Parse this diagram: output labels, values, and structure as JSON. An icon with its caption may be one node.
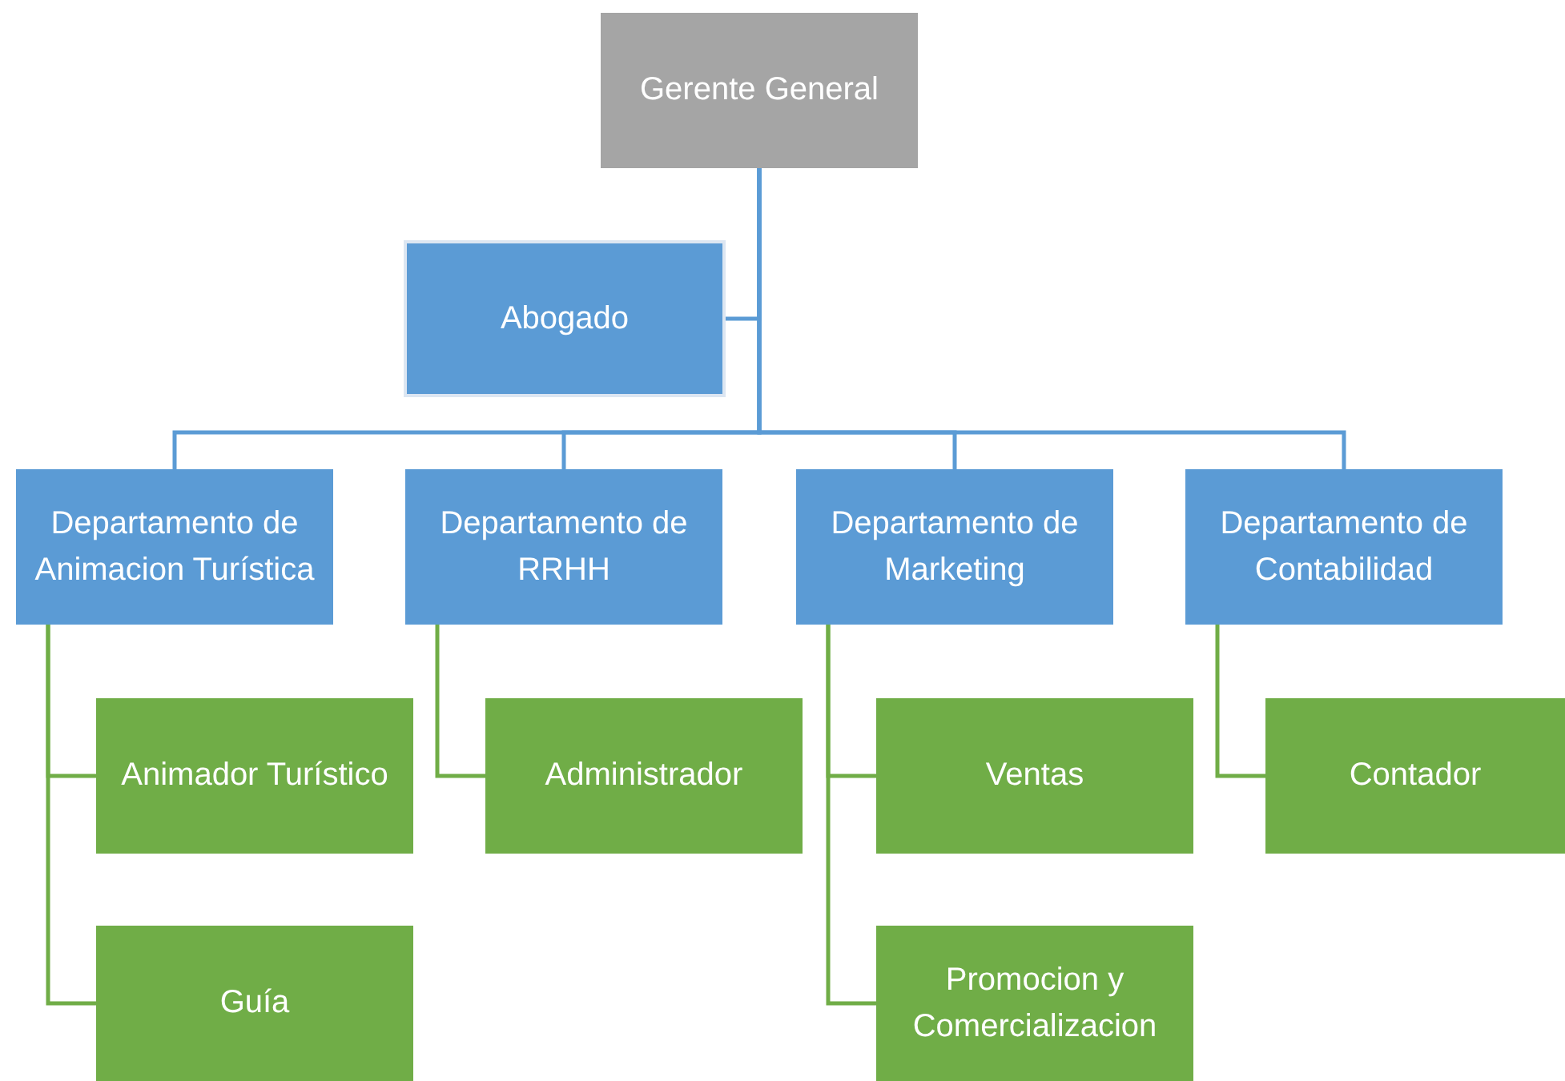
{
  "diagram": {
    "nodes": [
      {
        "text": [
          "Gerente General"
        ]
      },
      {
        "text": [
          "Abogado"
        ]
      },
      {
        "text": [
          "Departamento de Animacion Turística"
        ]
      },
      {
        "text": [
          "Departamento de RRHH"
        ]
      },
      {
        "text": [
          "Departamento de Marketing"
        ]
      },
      {
        "text": [
          "Departamento de Contabilidad"
        ]
      },
      {
        "text": [
          "Animador Turístico"
        ]
      },
      {
        "text": [
          "Guía"
        ]
      },
      {
        "text": [
          "Administrador"
        ]
      },
      {
        "text": [
          "Ventas"
        ]
      },
      {
        "text": [
          "Promocion y Comercializacion"
        ]
      },
      {
        "text": [
          "Contador"
        ]
      }
    ],
    "edges": [
      {
        "from": 0,
        "to": 1,
        "arrow": "none",
        "color": "#5b9bd5"
      },
      {
        "from": 0,
        "to": 2,
        "arrow": "none",
        "color": "#5b9bd5"
      },
      {
        "from": 0,
        "to": 3,
        "arrow": "none",
        "color": "#5b9bd5"
      },
      {
        "from": 0,
        "to": 4,
        "arrow": "none",
        "color": "#5b9bd5"
      },
      {
        "from": 0,
        "to": 5,
        "arrow": "none",
        "color": "#5b9bd5"
      },
      {
        "from": 2,
        "to": 6,
        "arrow": "none"
      },
      {
        "from": 2,
        "to": 7,
        "arrow": "none"
      },
      {
        "from": 3,
        "to": 8,
        "arrow": "none"
      },
      {
        "from": 4,
        "to": 9,
        "arrow": "none"
      },
      {
        "from": 4,
        "to": 10,
        "arrow": "none"
      },
      {
        "from": 5,
        "to": 11,
        "arrow": "none"
      }
    ]
  }
}
